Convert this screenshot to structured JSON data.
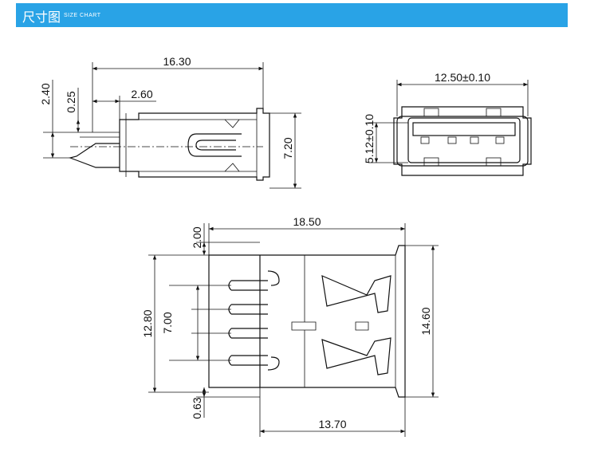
{
  "header": {
    "title": "尺寸图",
    "subtitle": "SIZE CHART",
    "color": "#29a3e6"
  },
  "views": {
    "side": {
      "dim_length": "16.30",
      "dim_tab": "2.60",
      "dim_height": "7.20",
      "dim_offset": "2.40",
      "dim_pin": "0.25"
    },
    "front": {
      "dim_width": "12.50±0.10",
      "dim_height": "5.12±0.10"
    },
    "top": {
      "dim_length": "18.50",
      "dim_body": "13.70",
      "dim_width": "14.60",
      "dim_pin_span": "12.80",
      "dim_pin_pitch": "7.00",
      "dim_top_gap": "2.00",
      "dim_bottom_gap": "0.63"
    }
  }
}
